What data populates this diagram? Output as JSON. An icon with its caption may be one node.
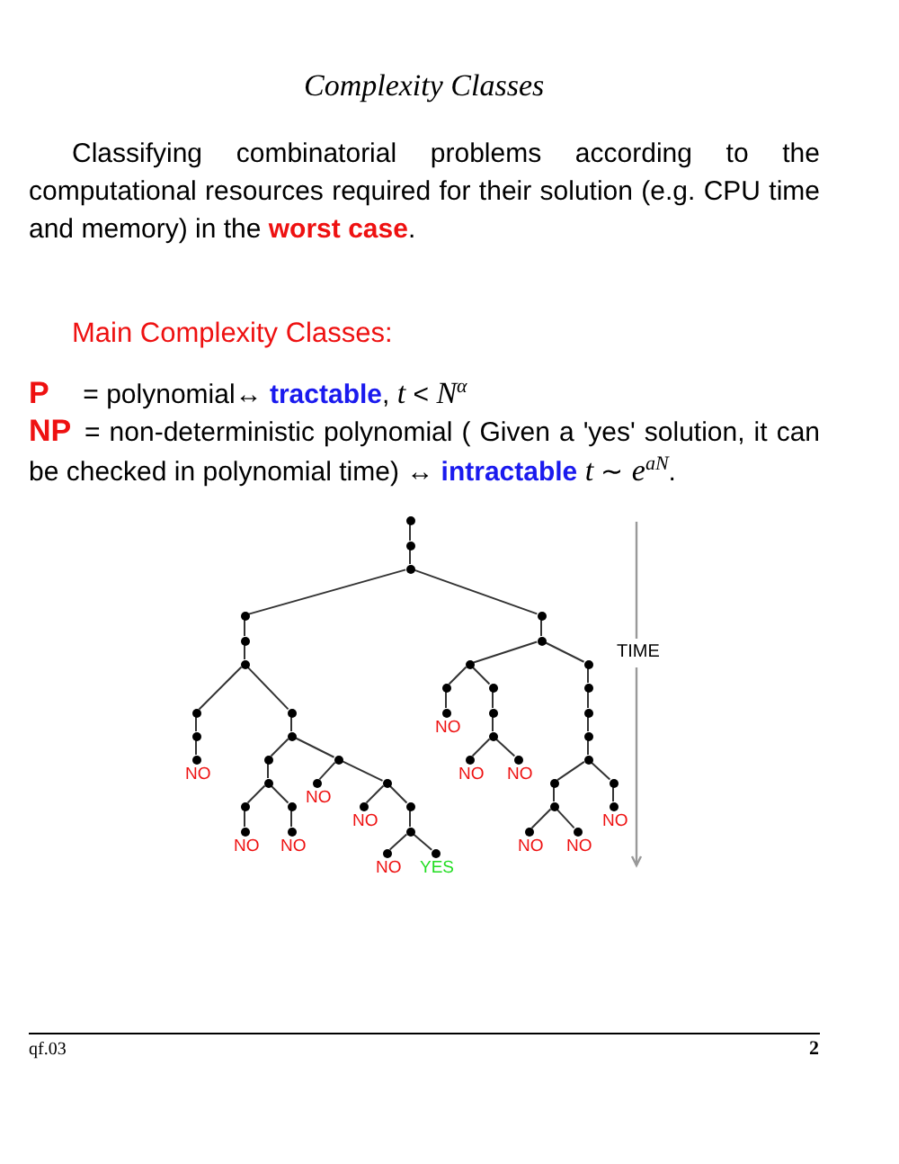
{
  "diagram": {
    "title": "Complexity Classes",
    "nodes": [
      {
        "text": [],
        "shape": "circle"
      },
      {
        "text": [],
        "shape": "circle"
      },
      {
        "text": [],
        "shape": "circle"
      },
      {
        "text": [],
        "shape": "circle"
      },
      {
        "text": [],
        "shape": "circle"
      },
      {
        "text": [],
        "shape": "circle"
      },
      {
        "text": [],
        "shape": "circle"
      },
      {
        "text": [],
        "shape": "circle"
      },
      {
        "text": [],
        "shape": "circle"
      },
      {
        "text": [],
        "shape": "circle"
      },
      {
        "text": [],
        "shape": "circle"
      },
      {
        "text": [],
        "shape": "circle"
      },
      {
        "text": [],
        "shape": "circle"
      },
      {
        "text": [],
        "shape": "circle"
      },
      {
        "text": [],
        "shape": "circle"
      },
      {
        "text": [],
        "shape": "circle",
        "beside": [
          "NO"
        ]
      },
      {
        "text": [],
        "shape": "circle"
      },
      {
        "text": [],
        "shape": "circle"
      },
      {
        "text": [],
        "shape": "circle"
      },
      {
        "text": [],
        "shape": "circle"
      },
      {
        "text": [],
        "shape": "circle"
      },
      {
        "text": [],
        "shape": "circle"
      },
      {
        "text": [],
        "shape": "circle",
        "beside": [
          "NO"
        ]
      },
      {
        "text": [],
        "shape": "circle"
      },
      {
        "text": [],
        "shape": "circle"
      },
      {
        "text": [],
        "shape": "circle",
        "beside": [
          "NO"
        ]
      },
      {
        "text": [],
        "shape": "circle",
        "beside": [
          "NO"
        ]
      },
      {
        "text": [],
        "shape": "circle"
      },
      {
        "text": [],
        "shape": "circle"
      },
      {
        "text": [],
        "shape": "circle",
        "beside": [
          "NO"
        ]
      },
      {
        "text": [],
        "shape": "circle"
      },
      {
        "text": [],
        "shape": "circle"
      },
      {
        "text": [],
        "shape": "circle"
      },
      {
        "text": [],
        "shape": "circle"
      },
      {
        "text": [],
        "shape": "circle"
      },
      {
        "text": [],
        "shape": "circle",
        "beside": [
          "NO"
        ]
      },
      {
        "text": [],
        "shape": "circle"
      },
      {
        "text": [],
        "shape": "circle"
      },
      {
        "text": [],
        "shape": "circle",
        "beside": [
          "NO"
        ]
      },
      {
        "text": [],
        "shape": "circle",
        "beside": [
          "NO"
        ]
      },
      {
        "text": [],
        "shape": "circle",
        "beside": [
          "NO"
        ]
      },
      {
        "text": [],
        "shape": "circle"
      },
      {
        "text": [],
        "shape": "circle",
        "beside": [
          "NO"
        ]
      },
      {
        "text": [],
        "shape": "circle",
        "beside": [
          "NO"
        ]
      },
      {
        "text": [],
        "shape": "circle",
        "beside": [
          "NO"
        ]
      },
      {
        "text": [],
        "shape": "circle",
        "beside": [
          "YES"
        ]
      }
    ],
    "edges": [
      {
        "from": 0,
        "to": 1,
        "arrow": "none"
      },
      {
        "from": 1,
        "to": 2,
        "arrow": "none"
      },
      {
        "from": 2,
        "to": 3,
        "arrow": "none"
      },
      {
        "from": 2,
        "to": 4,
        "arrow": "none"
      },
      {
        "from": 3,
        "to": 5,
        "arrow": "none"
      },
      {
        "from": 4,
        "to": 6,
        "arrow": "none"
      },
      {
        "from": 5,
        "to": 7,
        "arrow": "none"
      },
      {
        "from": 6,
        "to": 8,
        "arrow": "none"
      },
      {
        "from": 6,
        "to": 9,
        "arrow": "none"
      },
      {
        "from": 7,
        "to": 13,
        "arrow": "none"
      },
      {
        "from": 7,
        "to": 14,
        "arrow": "none"
      },
      {
        "from": 8,
        "to": 10,
        "arrow": "none"
      },
      {
        "from": 8,
        "to": 11,
        "arrow": "none"
      },
      {
        "from": 9,
        "to": 12,
        "arrow": "none"
      },
      {
        "from": 10,
        "to": 15,
        "arrow": "none"
      },
      {
        "from": 11,
        "to": 16,
        "arrow": "none"
      },
      {
        "from": 12,
        "to": 17,
        "arrow": "none"
      },
      {
        "from": 13,
        "to": 18,
        "arrow": "none"
      },
      {
        "from": 14,
        "to": 19,
        "arrow": "none"
      },
      {
        "from": 16,
        "to": 20,
        "arrow": "none"
      },
      {
        "from": 17,
        "to": 21,
        "arrow": "none"
      },
      {
        "from": 18,
        "to": 22,
        "arrow": "none"
      },
      {
        "from": 19,
        "to": 23,
        "arrow": "none"
      },
      {
        "from": 19,
        "to": 24,
        "arrow": "none"
      },
      {
        "from": 20,
        "to": 25,
        "arrow": "none"
      },
      {
        "from": 20,
        "to": 26,
        "arrow": "none"
      },
      {
        "from": 21,
        "to": 27,
        "arrow": "none"
      },
      {
        "from": 23,
        "to": 28,
        "arrow": "none"
      },
      {
        "from": 24,
        "to": 29,
        "arrow": "none"
      },
      {
        "from": 24,
        "to": 30,
        "arrow": "none"
      },
      {
        "from": 27,
        "to": 31,
        "arrow": "none"
      },
      {
        "from": 27,
        "to": 32,
        "arrow": "none"
      },
      {
        "from": 28,
        "to": 33,
        "arrow": "none"
      },
      {
        "from": 28,
        "to": 34,
        "arrow": "none"
      },
      {
        "from": 30,
        "to": 35,
        "arrow": "none"
      },
      {
        "from": 30,
        "to": 36,
        "arrow": "none"
      },
      {
        "from": 31,
        "to": 37,
        "arrow": "none"
      },
      {
        "from": 32,
        "to": 38,
        "arrow": "none"
      },
      {
        "from": 33,
        "to": 39,
        "arrow": "none"
      },
      {
        "from": 34,
        "to": 40,
        "arrow": "none"
      },
      {
        "from": 36,
        "to": 41,
        "arrow": "none"
      },
      {
        "from": 37,
        "to": 42,
        "arrow": "none"
      },
      {
        "from": 37,
        "to": 43,
        "arrow": "none"
      },
      {
        "from": 41,
        "to": 44,
        "arrow": "none"
      },
      {
        "from": 41,
        "to": 45,
        "arrow": "none"
      }
    ],
    "labels": [
      "Classifying combinatorial problems according to the computational resources required for their solution (e.g. CPU time and memory) in the **worst case**.",
      "Main Complexity Classes:",
      "**P** = polynomial↔ **tractable**, *t* < *N*$^{α}$",
      "**NP** = non-deterministic polynomial ( Given a 'yes' solution, it can be checked in polynomial time) ↔ **intractable** *t* ∼ *e*$^{aN}$.",
      "TIME",
      "qf.03",
      "2"
    ]
  }
}
